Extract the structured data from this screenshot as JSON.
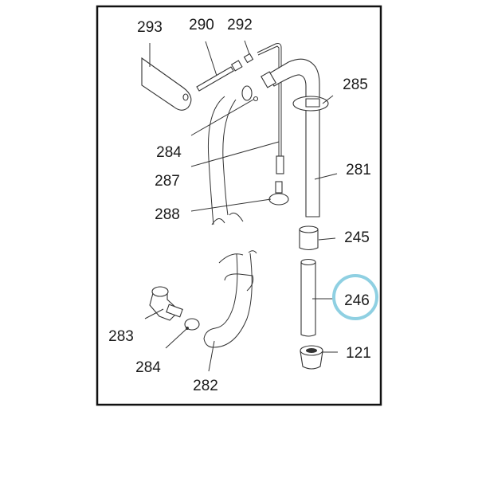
{
  "diagram": {
    "highlight_color": "#8fd0e2",
    "highlighted_part": "246",
    "labels": {
      "p293": "293",
      "p290": "290",
      "p292": "292",
      "p285": "285",
      "p284a": "284",
      "p287": "287",
      "p281": "281",
      "p288": "288",
      "p245": "245",
      "p246": "246",
      "p283": "283",
      "p284b": "284",
      "p282": "282",
      "p121": "121"
    }
  }
}
